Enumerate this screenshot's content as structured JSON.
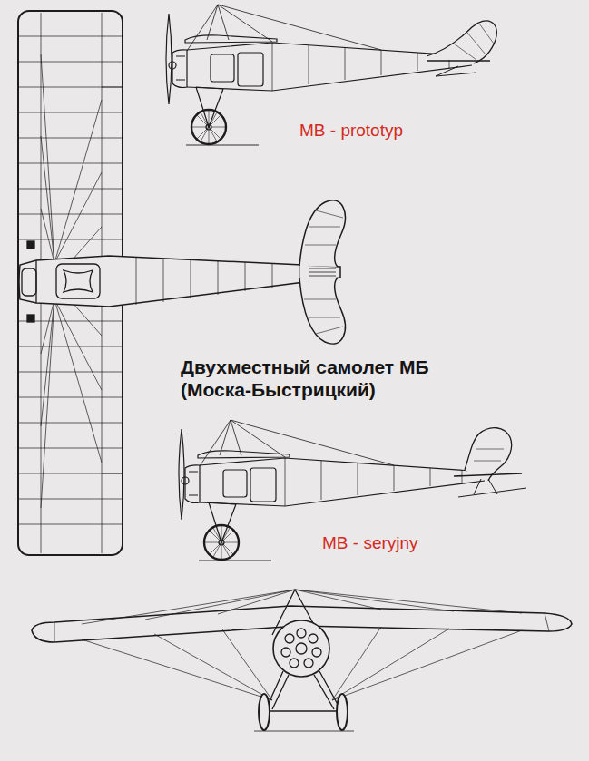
{
  "diagram": {
    "title": "Двухместный самолет МБ (Моска-Быстрицкий)",
    "labels": [
      "MB - prototyp",
      "MB - seryjny"
    ]
  }
}
